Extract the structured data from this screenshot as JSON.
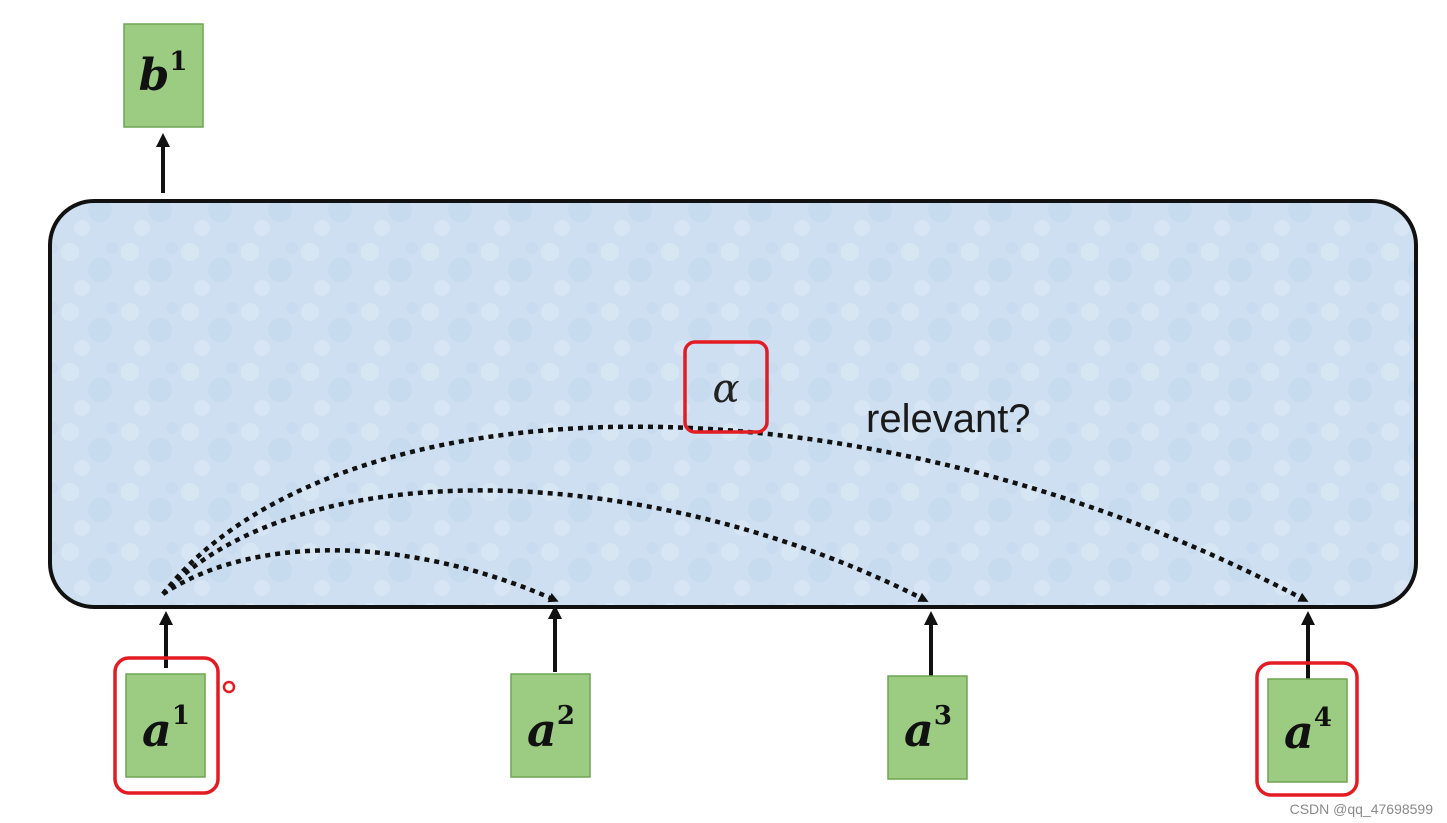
{
  "diagram": {
    "output": {
      "symbol": "b",
      "index": "1"
    },
    "inputs": [
      {
        "symbol": "a",
        "index": "1",
        "highlighted": true
      },
      {
        "symbol": "a",
        "index": "2",
        "highlighted": false
      },
      {
        "symbol": "a",
        "index": "3",
        "highlighted": false
      },
      {
        "symbol": "a",
        "index": "4",
        "highlighted": true
      }
    ],
    "attention_weight_symbol": "α",
    "question_label": "relevant?",
    "colors": {
      "token_fill": "#9ccc82",
      "token_border": "#6fa552",
      "highlight": "#e31b23",
      "block_fill": "#cfe0f0",
      "block_border": "#111111",
      "arrow": "#111111"
    }
  },
  "watermark": "CSDN @qq_47698599"
}
